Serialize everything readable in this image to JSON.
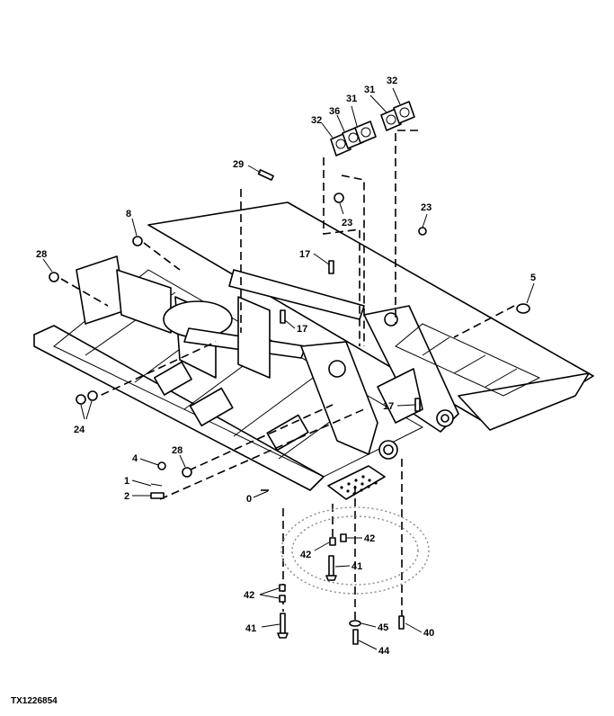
{
  "figure_id": "TX1226854",
  "callouts": {
    "c0": "0",
    "c1": "1",
    "c2": "2",
    "c4": "4",
    "c5": "5",
    "c8": "8",
    "c17a": "17",
    "c17b": "17",
    "c17c": "17",
    "c23a": "23",
    "c23b": "23",
    "c24": "24",
    "c28a": "28",
    "c28b": "28",
    "c29": "29",
    "c31a": "31",
    "c31b": "31",
    "c32a": "32",
    "c32b": "32",
    "c36": "36",
    "c40": "40",
    "c41a": "41",
    "c41b": "41",
    "c42a": "42",
    "c42b": "42",
    "c42c": "42",
    "c44": "44",
    "c45": "45"
  }
}
